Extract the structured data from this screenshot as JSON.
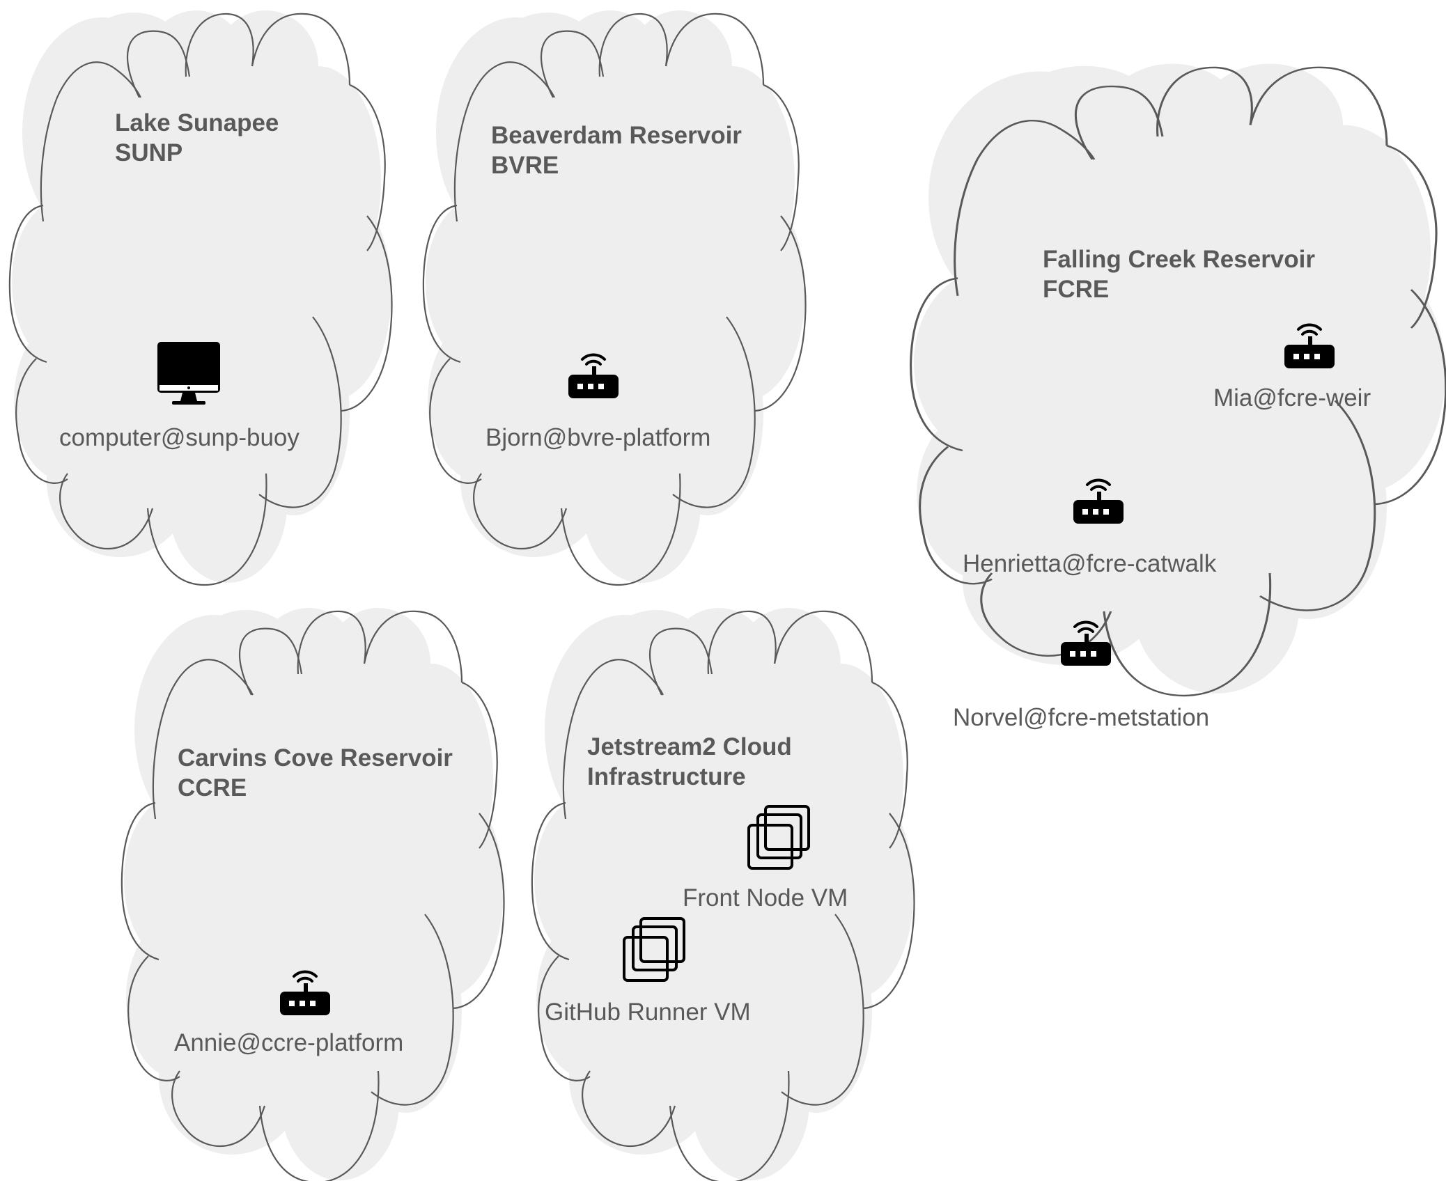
{
  "diagram": {
    "clouds": [
      {
        "id": "sunp",
        "title": "Lake Sunapee",
        "code": "SUNP",
        "nodes": [
          {
            "icon": "computer-icon",
            "label": "computer@sunp-buoy"
          }
        ]
      },
      {
        "id": "bvre",
        "title": "Beaverdam Reservoir",
        "code": "BVRE",
        "nodes": [
          {
            "icon": "router-icon",
            "label": "Bjorn@bvre-platform"
          }
        ]
      },
      {
        "id": "fcre",
        "title": "Falling Creek Reservoir",
        "code": "FCRE",
        "nodes": [
          {
            "icon": "router-icon",
            "label": "Mia@fcre-weir"
          },
          {
            "icon": "router-icon",
            "label": "Henrietta@fcre-catwalk"
          },
          {
            "icon": "router-icon",
            "label": "Norvel@fcre-metstation"
          }
        ]
      },
      {
        "id": "ccre",
        "title": "Carvins Cove Reservoir",
        "code": "CCRE",
        "nodes": [
          {
            "icon": "router-icon",
            "label": "Annie@ccre-platform"
          }
        ]
      },
      {
        "id": "jetstream",
        "title": "Jetstream2 Cloud",
        "code": "Infrastructure",
        "nodes": [
          {
            "icon": "vm-icon",
            "label": "Front Node VM"
          },
          {
            "icon": "vm-icon",
            "label": "GitHub Runner VM"
          }
        ]
      }
    ],
    "colors": {
      "cloud_fill": "#eeeeee",
      "cloud_stroke": "#595959",
      "text": "#595959",
      "icon": "#000000"
    }
  }
}
